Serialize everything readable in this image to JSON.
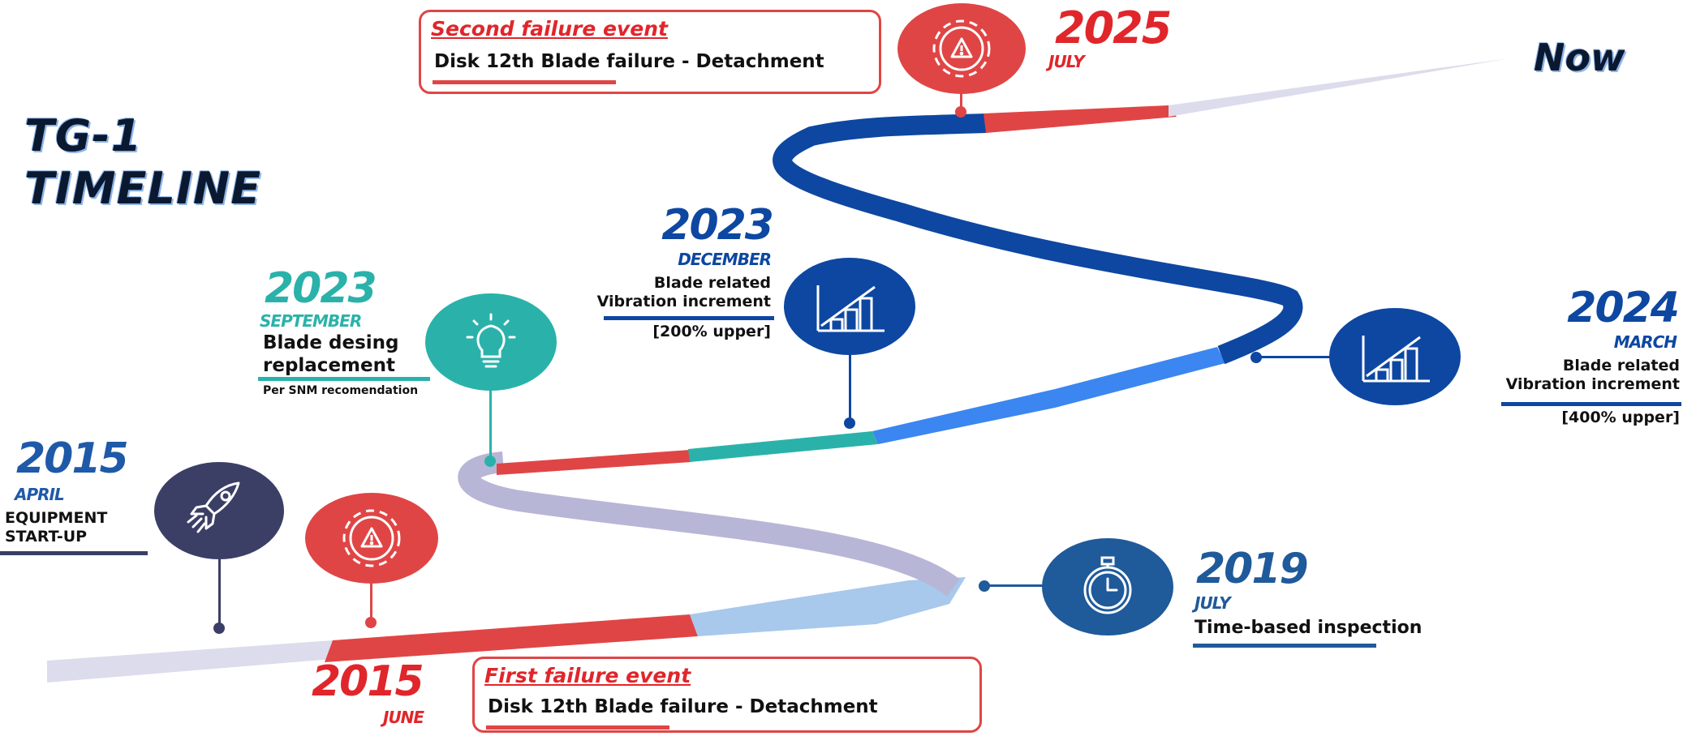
{
  "title": {
    "line1": "TG-1",
    "line2": "TIMELINE"
  },
  "now_label": "Now",
  "colors": {
    "red": "#e04545",
    "teal": "#2ab2aa",
    "navy_event": "#3b3f66",
    "blue_dark": "#0d47a1",
    "blue_mid": "#1565c0",
    "blue_steel": "#1f5a9a",
    "road_light": "#dcdcec",
    "road_lavender": "#b8b6d6",
    "road_sky": "#a8c8ec",
    "road_bright": "#3b86f0"
  },
  "events": [
    {
      "id": "startup",
      "year": "2015",
      "month": "APRIL",
      "lines": [
        "EQUIPMENT",
        "START-UP"
      ],
      "icon": "rocket-icon",
      "color": "#3b3f66",
      "text_color": "#1f5aa8"
    },
    {
      "id": "first-failure",
      "year": "2015",
      "month": "JUNE",
      "icon": "gear-warning-icon",
      "color": "#e04545",
      "text_color": "#e0262b"
    },
    {
      "id": "redesign",
      "year": "2023",
      "month": "SEPTEMBER",
      "lines": [
        "Blade desing",
        "replacement"
      ],
      "note": "Per SNM recomendation",
      "icon": "lightbulb-icon",
      "color": "#2ab2aa",
      "text_color": "#2ab2aa"
    },
    {
      "id": "vibration-dec",
      "year": "2023",
      "month": "DECEMBER",
      "lines": [
        "Blade related",
        "Vibration increment"
      ],
      "note": "[200% upper]",
      "icon": "bar-chart-icon",
      "color": "#0d47a1",
      "text_color": "#0d47a1"
    },
    {
      "id": "inspection",
      "year": "2019",
      "month": "JULY",
      "lines": [
        "Time-based inspection"
      ],
      "icon": "stopwatch-icon",
      "color": "#1f5a9a",
      "text_color": "#1f5a9a"
    },
    {
      "id": "vibration-mar",
      "year": "2024",
      "month": "MARCH",
      "lines": [
        "Blade related",
        "Vibration increment"
      ],
      "note": "[400% upper]",
      "icon": "bar-chart-icon",
      "color": "#0d47a1",
      "text_color": "#0d47a1"
    },
    {
      "id": "second-failure",
      "year": "2025",
      "month": "JULY",
      "icon": "gear-warning-icon",
      "color": "#e04545",
      "text_color": "#e0262b"
    }
  ],
  "callouts": {
    "first": {
      "title": "First failure event",
      "body": "Disk 12th Blade failure - Detachment"
    },
    "second": {
      "title": "Second failure event",
      "body": "Disk 12th Blade failure - Detachment"
    }
  }
}
